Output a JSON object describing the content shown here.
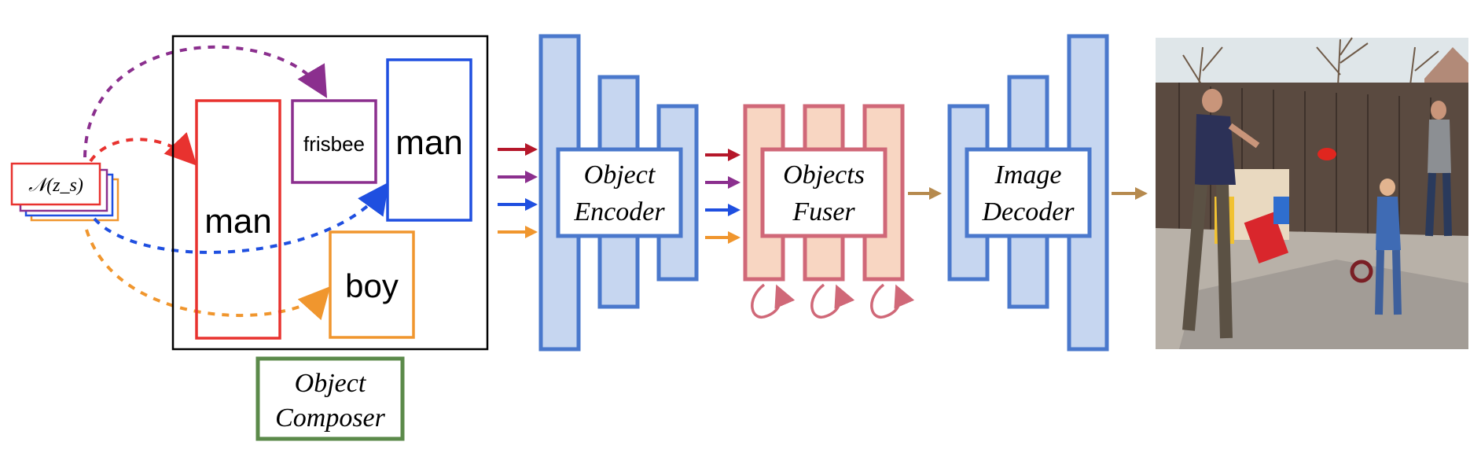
{
  "noise": {
    "label": "𝒩(z_s)"
  },
  "labels": {
    "frisbee": "frisbee",
    "man_left": "man",
    "man_right": "man",
    "boy": "boy"
  },
  "modules": {
    "composer": {
      "line1": "Object",
      "line2": "Composer"
    },
    "encoder": {
      "line1": "Object",
      "line2": "Encoder"
    },
    "fuser": {
      "line1": "Objects",
      "line2": "Fuser"
    },
    "decoder": {
      "line1": "Image",
      "line2": "Decoder"
    }
  },
  "colors": {
    "man_left": "#e8322f",
    "frisbee": "#8b2f8e",
    "man_right": "#1f4fe0",
    "boy": "#f0962e",
    "composer_border": "#5b8a4a",
    "net_fill": "#c6d6f0",
    "net_stroke": "#4a78cc",
    "fuser_fill": "#f8d6c2",
    "fuser_stroke": "#d06878",
    "arrow_red": "#b5172a",
    "arrow_purple": "#8b2f8e",
    "arrow_blue": "#1f4fe0",
    "arrow_orange": "#f0962e",
    "arrow_brown": "#b68a4e"
  },
  "output_image": {
    "icon": "photo-of-backyard-frisbee-scene"
  }
}
